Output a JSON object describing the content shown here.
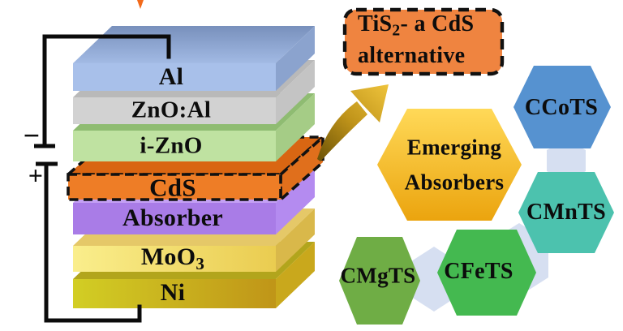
{
  "stack": {
    "layers": [
      {
        "label": "Al",
        "colors": {
          "top": "#7E96C2",
          "front": "#A8C0EA",
          "side": "#8BA3CE"
        }
      },
      {
        "label": "ZnO:Al",
        "colors": {
          "top": "#B9B9B9",
          "front": "#D2D2D2",
          "side": "#C4C4C4"
        }
      },
      {
        "label": "i-ZnO",
        "colors": {
          "top": "#8FBC72",
          "front": "#BFE2A1",
          "side": "#A5CC86"
        }
      },
      {
        "label": "CdS",
        "highlighted": true,
        "colors": {
          "top": "#D96612",
          "front": "#EE7D26",
          "side": "#E06F1C"
        }
      },
      {
        "label": "Absorber",
        "colors": {
          "top": "#C4A0F4",
          "front": "#A97CE7",
          "side": "#B48BF0"
        }
      },
      {
        "label": "MoO",
        "label_sub": "3",
        "colors": {
          "top": "#E5C868",
          "front": "#F5E275",
          "side": "#D9B84A"
        }
      },
      {
        "label": "Ni",
        "colors": {
          "top": "#B2A51C",
          "front": "#CCC41F",
          "side": "#C9A81C"
        }
      }
    ],
    "battery": {
      "negative": "−",
      "positive": "+"
    }
  },
  "callout": {
    "line1_prefix": "TiS",
    "line1_sub": "2",
    "line1_suffix": "- a CdS",
    "line2": "alternative",
    "fill": "#EF8440"
  },
  "emerging": {
    "line1": "Emerging",
    "line2": "Absorbers",
    "fill_top": "#FFD958",
    "fill_bottom": "#EBA40E"
  },
  "hexes": [
    {
      "label": "CCoTS",
      "fill": "#5692D0"
    },
    {
      "label": "CMnTS",
      "fill": "#4CC2AE"
    },
    {
      "label": "CFeTS",
      "fill": "#44B950"
    },
    {
      "label": "CMgTS",
      "fill": "#6FAD45"
    }
  ],
  "connector_fill": "#D6DFF1",
  "arrow_color": "#C89A18",
  "lightning_color": "#F26A1B"
}
